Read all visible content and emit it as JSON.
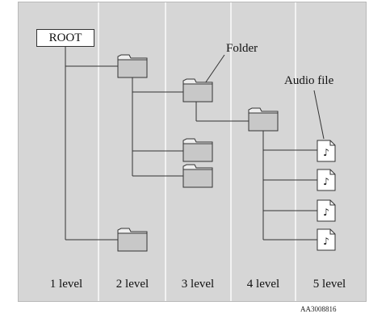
{
  "diagram": {
    "root_label": "ROOT",
    "folder_label": "Folder",
    "audio_file_label": "Audio file",
    "levels": [
      "1 level",
      "2 level",
      "3 level",
      "4 level",
      "5 level"
    ],
    "figure_code": "AA3008816"
  },
  "icons": {
    "folder": "folder-icon",
    "audio_file": "music-file-icon"
  }
}
